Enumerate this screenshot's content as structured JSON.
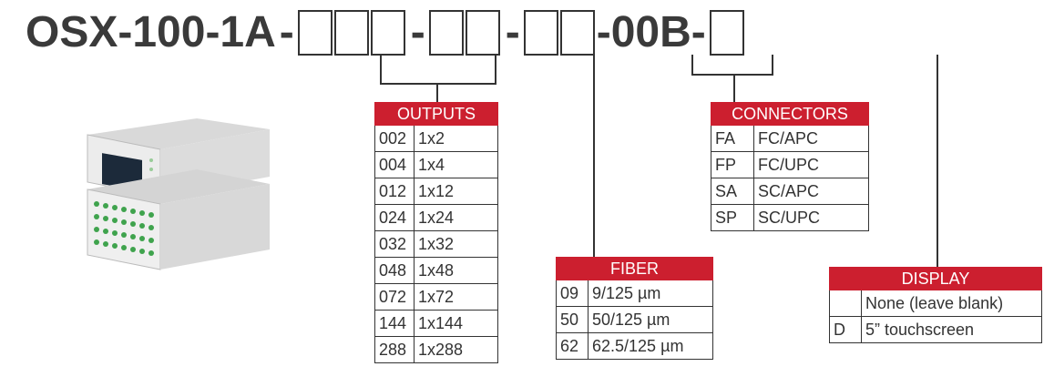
{
  "part_number": {
    "prefix": "OSX-100-1A",
    "sep": "-",
    "mid": "-00B-"
  },
  "outputs": {
    "title": "OUTPUTS",
    "rows": [
      {
        "code": "002",
        "desc": "1x2"
      },
      {
        "code": "004",
        "desc": "1x4"
      },
      {
        "code": "012",
        "desc": "1x12"
      },
      {
        "code": "024",
        "desc": "1x24"
      },
      {
        "code": "032",
        "desc": "1x32"
      },
      {
        "code": "048",
        "desc": "1x48"
      },
      {
        "code": "072",
        "desc": "1x72"
      },
      {
        "code": "144",
        "desc": "1x144"
      },
      {
        "code": "288",
        "desc": "1x288"
      }
    ]
  },
  "fiber": {
    "title": "FIBER",
    "rows": [
      {
        "code": "09",
        "desc": "9/125 µm"
      },
      {
        "code": "50",
        "desc": "50/125 µm"
      },
      {
        "code": "62",
        "desc": "62.5/125 µm"
      }
    ]
  },
  "connectors": {
    "title": "CONNECTORS",
    "rows": [
      {
        "code": "FA",
        "desc": "FC/APC"
      },
      {
        "code": "FP",
        "desc": "FC/UPC"
      },
      {
        "code": "SA",
        "desc": "SC/APC"
      },
      {
        "code": "SP",
        "desc": "SC/UPC"
      }
    ]
  },
  "display": {
    "title": "DISPLAY",
    "rows": [
      {
        "code": "",
        "desc": "None (leave blank)"
      },
      {
        "code": "D",
        "desc": "5” touchscreen"
      }
    ]
  },
  "colors": {
    "header_red": "#cc1f2f",
    "text": "#3a3a3a"
  }
}
